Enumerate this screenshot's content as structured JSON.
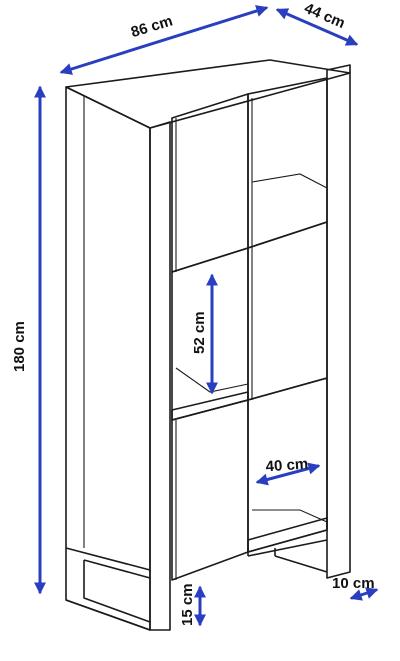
{
  "dimensions": {
    "width": "86 cm",
    "depth": "44 cm",
    "height": "180 cm",
    "shelf_height": "52 cm",
    "shelf_width": "40 cm",
    "leg_height": "15 cm",
    "frame_depth": "10 cm"
  },
  "colors": {
    "arrow": "#2a3fbf",
    "outline": "#1b1b1b"
  }
}
